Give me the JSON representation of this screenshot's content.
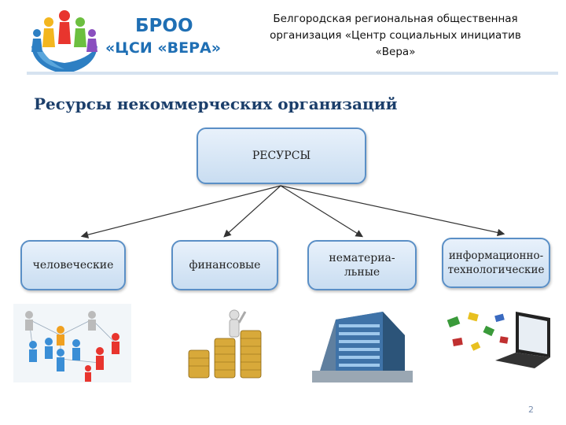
{
  "header": {
    "logo_line1": "БРОО",
    "logo_line2": "«ЦСИ «ВЕРА»",
    "org_line1": "Белгородская региональная общественная",
    "org_line2": "организация «Центр социальных инициатив",
    "org_line3": "«Вера»"
  },
  "title": "Ресурсы некоммерческих организаций",
  "diagram": {
    "root": "РЕСУРСЫ",
    "children": [
      {
        "line1": "человеческие",
        "line2": ""
      },
      {
        "line1": "финансовые",
        "line2": ""
      },
      {
        "line1": "нематериа-",
        "line2": "льные"
      },
      {
        "line1": "информационно-",
        "line2": "технологические"
      }
    ]
  },
  "icons": {
    "logo": "people-hands-logo-icon",
    "human": "people-network-illustration",
    "finance": "coin-stacks-illustration",
    "intangible": "office-building-illustration",
    "it": "laptop-flying-books-illustration"
  },
  "colors": {
    "brand_blue": "#1f6fb4",
    "node_border": "#5a8fc6",
    "title": "#1c3f6b"
  },
  "page_number": "2"
}
